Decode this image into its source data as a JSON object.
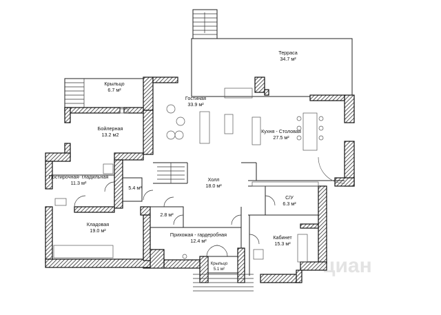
{
  "rooms": [
    {
      "id": "terrace",
      "name": "Терраса",
      "area": "34.7 м²"
    },
    {
      "id": "porch-top",
      "name": "Крыльцо",
      "area": "6.7 м²"
    },
    {
      "id": "living",
      "name": "Гостиная",
      "area": "33.9 м²"
    },
    {
      "id": "boiler",
      "name": "Бойлерная",
      "area": "13.2 м2"
    },
    {
      "id": "kitchen",
      "name": "Кухня - Столовая",
      "area": "27.5 м²"
    },
    {
      "id": "laundry",
      "name": "Постирочная- гладильная",
      "area": "11.3 м²"
    },
    {
      "id": "small-room",
      "name": "",
      "area": "5.4 м²"
    },
    {
      "id": "hall",
      "name": "Холл",
      "area": "18.0 м²"
    },
    {
      "id": "wc",
      "name": "С/У",
      "area": "6.3 м²"
    },
    {
      "id": "closet",
      "name": "",
      "area": "2.8 м²"
    },
    {
      "id": "pantry",
      "name": "Кладовая",
      "area": "19.0 м²"
    },
    {
      "id": "entrance",
      "name": "Прихожая - гардеробная",
      "area": "12.4 м²"
    },
    {
      "id": "study",
      "name": "Кабинет",
      "area": "15.3 м²"
    },
    {
      "id": "porch-bottom",
      "name": "Крыльцо",
      "area": "5.1 м²"
    }
  ],
  "watermark": "циан"
}
